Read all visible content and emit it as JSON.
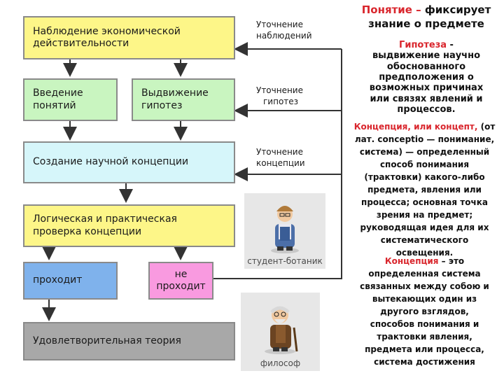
{
  "boxes": {
    "observation": [
      "Наблюдение экономической",
      "действительности"
    ],
    "concepts": [
      "Введение",
      "понятий"
    ],
    "hypotheses": [
      "Выдвижение",
      "гипотез"
    ],
    "creation": "Создание научной концепции",
    "verification": [
      "Логическая и практическая",
      "проверка концепции"
    ],
    "passes": "проходит",
    "not_passes": [
      "не",
      "проходит"
    ],
    "theory": "Удовлетворительная теория"
  },
  "notes": {
    "refine_obs": [
      "Уточнение",
      "наблюдений"
    ],
    "refine_hyp": [
      "Уточнение",
      "гипотез"
    ],
    "refine_conc": [
      "Уточнение",
      "концепции"
    ]
  },
  "images": {
    "student": "студент-ботаник",
    "philosopher": "философ"
  },
  "right_text": {
    "concept_term": "Понятие –",
    "concept_def": [
      " фиксирует",
      "знание о предмете"
    ],
    "hypothesis_term": "Гипотеза",
    "hypothesis_def": [
      " -",
      "выдвижение научно",
      "обоснованного",
      "предположения о",
      "возможных причинах",
      "или связях явлений и",
      "процессов."
    ],
    "conception_term": "Концепция, или концепт,",
    "conception_def": [
      " (от",
      "лат. conceptio — понимание,",
      "система) — определенный",
      "способ понимания",
      "(трактовки) какого-либо",
      "предмета, явления или",
      "процесса; основная точка",
      "зрения на предмет;",
      "руководящая идея для их",
      "систематического",
      "освещения."
    ],
    "conception2_term": "Концепция",
    "conception2_def": [
      " – это",
      "определенная система",
      "связанных между собою и",
      "вытекающих один из",
      "другого взглядов,",
      "способов понимания и",
      "трактовки явления,",
      "предмета или процесса,",
      "система достижения"
    ]
  },
  "colors": {
    "yellow": "#fdf688",
    "green": "#c9f5c0",
    "cyan": "#d6f6fa",
    "blue": "#7fb2ec",
    "pink": "#f99ae0",
    "gray": "#a8a8a8",
    "term_red": "#d9262d"
  }
}
